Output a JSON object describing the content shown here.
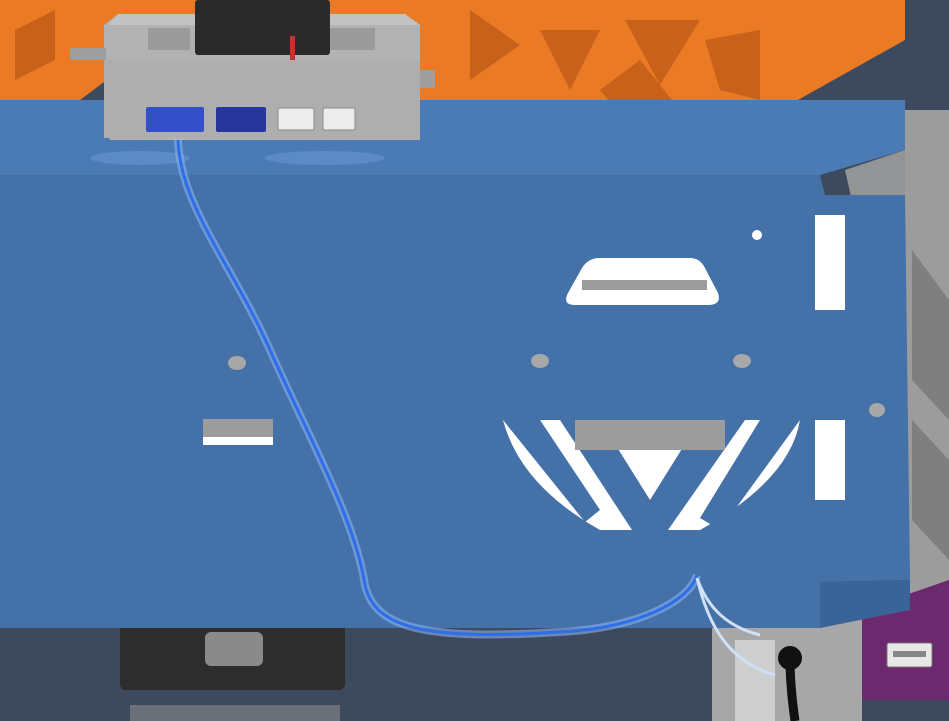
{
  "scene": {
    "kind": "3D CAD render",
    "components": [
      "blue-mounting-plate",
      "orange-truss-frame",
      "grey-controller-box",
      "cooling-fan",
      "blue-wire-harness",
      "grey-side-bracket",
      "black-motor-housing",
      "purple-board",
      "white-connector"
    ]
  },
  "colors": {
    "background": "#3d4a5e",
    "plate_face": "#4471a8",
    "plate_top": "#4a7bb5",
    "plate_edge": "#3a6397",
    "truss": "#ea7a24",
    "truss_dark": "#c8621a",
    "controller_body": "#b2b2b2",
    "controller_top": "#c2c2c2",
    "fan": "#2a2a2a",
    "wire": "#2e6ee8",
    "wire_glow": "#8fb8f5",
    "bracket": "#9c9c9c",
    "motor": "#2d2d2d",
    "purple_board": "#6b2a6e",
    "cutout": "#ffffff"
  }
}
